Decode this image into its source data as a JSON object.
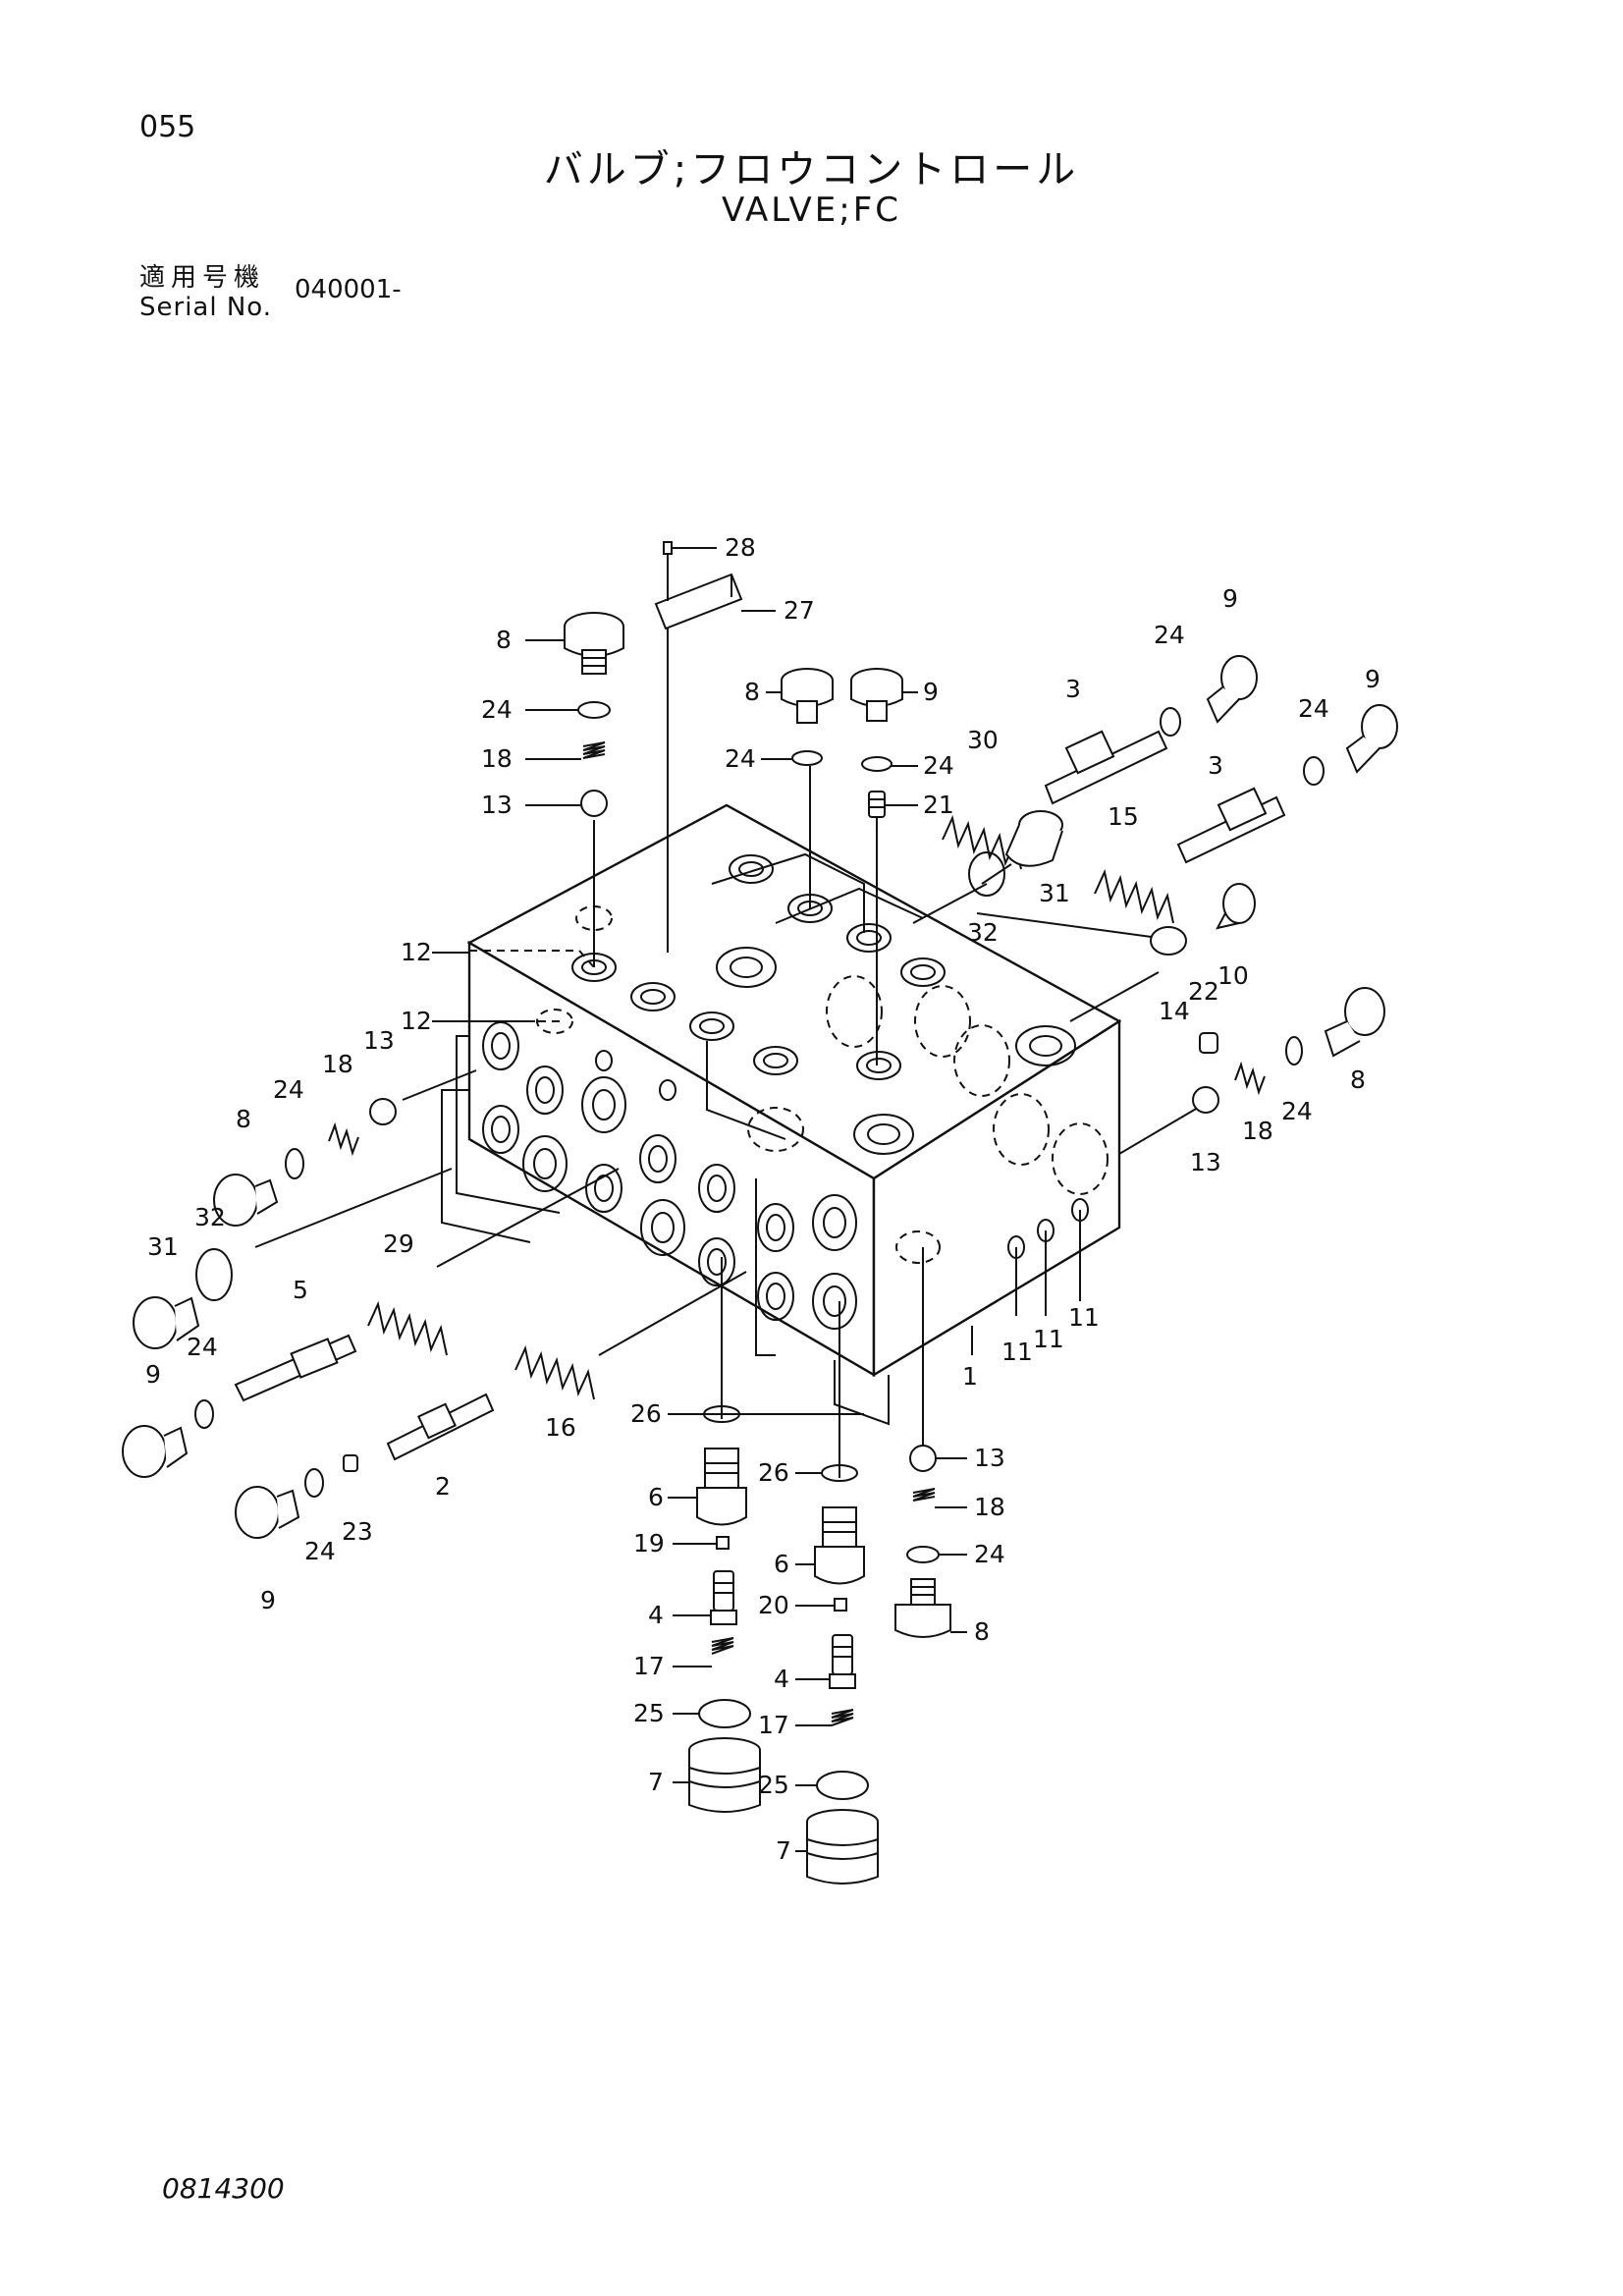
{
  "page_number": "055",
  "title_jp": "バルブ;フロウコントロール",
  "title_en": "VALVE;FC",
  "serial": {
    "label_jp": "適用号機",
    "label_en": "Serial No.",
    "value": "040001-"
  },
  "doc_code": "0814300",
  "part_labels": [
    {
      "id": "p28",
      "text": "28"
    },
    {
      "id": "p27",
      "text": "27"
    },
    {
      "id": "p8a",
      "text": "8"
    },
    {
      "id": "p24a",
      "text": "24"
    },
    {
      "id": "p18a",
      "text": "18"
    },
    {
      "id": "p13a",
      "text": "13"
    },
    {
      "id": "p8b",
      "text": "8"
    },
    {
      "id": "p9a",
      "text": "9"
    },
    {
      "id": "p24b",
      "text": "24"
    },
    {
      "id": "p24c",
      "text": "24"
    },
    {
      "id": "p21",
      "text": "21"
    },
    {
      "id": "p30",
      "text": "30"
    },
    {
      "id": "p3a",
      "text": "3"
    },
    {
      "id": "p24d",
      "text": "24"
    },
    {
      "id": "p9b",
      "text": "9"
    },
    {
      "id": "p9c",
      "text": "9"
    },
    {
      "id": "p24e",
      "text": "24"
    },
    {
      "id": "p3b",
      "text": "3"
    },
    {
      "id": "p15",
      "text": "15"
    },
    {
      "id": "p31a",
      "text": "31"
    },
    {
      "id": "p32a",
      "text": "32"
    },
    {
      "id": "p10",
      "text": "10"
    },
    {
      "id": "p14",
      "text": "14"
    },
    {
      "id": "p22",
      "text": "22"
    },
    {
      "id": "p12a",
      "text": "12"
    },
    {
      "id": "p12b",
      "text": "12"
    },
    {
      "id": "p13b",
      "text": "13"
    },
    {
      "id": "p18b",
      "text": "18"
    },
    {
      "id": "p24f",
      "text": "24"
    },
    {
      "id": "p8c",
      "text": "8"
    },
    {
      "id": "p8d",
      "text": "8"
    },
    {
      "id": "p24g",
      "text": "24"
    },
    {
      "id": "p18c",
      "text": "18"
    },
    {
      "id": "p13c",
      "text": "13"
    },
    {
      "id": "p32b",
      "text": "32"
    },
    {
      "id": "p31b",
      "text": "31"
    },
    {
      "id": "p29",
      "text": "29"
    },
    {
      "id": "p5",
      "text": "5"
    },
    {
      "id": "p24h",
      "text": "24"
    },
    {
      "id": "p9d",
      "text": "9"
    },
    {
      "id": "p16",
      "text": "16"
    },
    {
      "id": "p2",
      "text": "2"
    },
    {
      "id": "p23",
      "text": "23"
    },
    {
      "id": "p24i",
      "text": "24"
    },
    {
      "id": "p9e",
      "text": "9"
    },
    {
      "id": "p11a",
      "text": "11"
    },
    {
      "id": "p11b",
      "text": "11"
    },
    {
      "id": "p11c",
      "text": "11"
    },
    {
      "id": "p1",
      "text": "1"
    },
    {
      "id": "p26a",
      "text": "26"
    },
    {
      "id": "p6a",
      "text": "6"
    },
    {
      "id": "p19",
      "text": "19"
    },
    {
      "id": "p4a",
      "text": "4"
    },
    {
      "id": "p17a",
      "text": "17"
    },
    {
      "id": "p25a",
      "text": "25"
    },
    {
      "id": "p7a",
      "text": "7"
    },
    {
      "id": "p26b",
      "text": "26"
    },
    {
      "id": "p6b",
      "text": "6"
    },
    {
      "id": "p20",
      "text": "20"
    },
    {
      "id": "p4b",
      "text": "4"
    },
    {
      "id": "p17b",
      "text": "17"
    },
    {
      "id": "p25b",
      "text": "25"
    },
    {
      "id": "p7b",
      "text": "7"
    },
    {
      "id": "p13d",
      "text": "13"
    },
    {
      "id": "p18d",
      "text": "18"
    },
    {
      "id": "p24j",
      "text": "24"
    },
    {
      "id": "p8e",
      "text": "8"
    }
  ]
}
